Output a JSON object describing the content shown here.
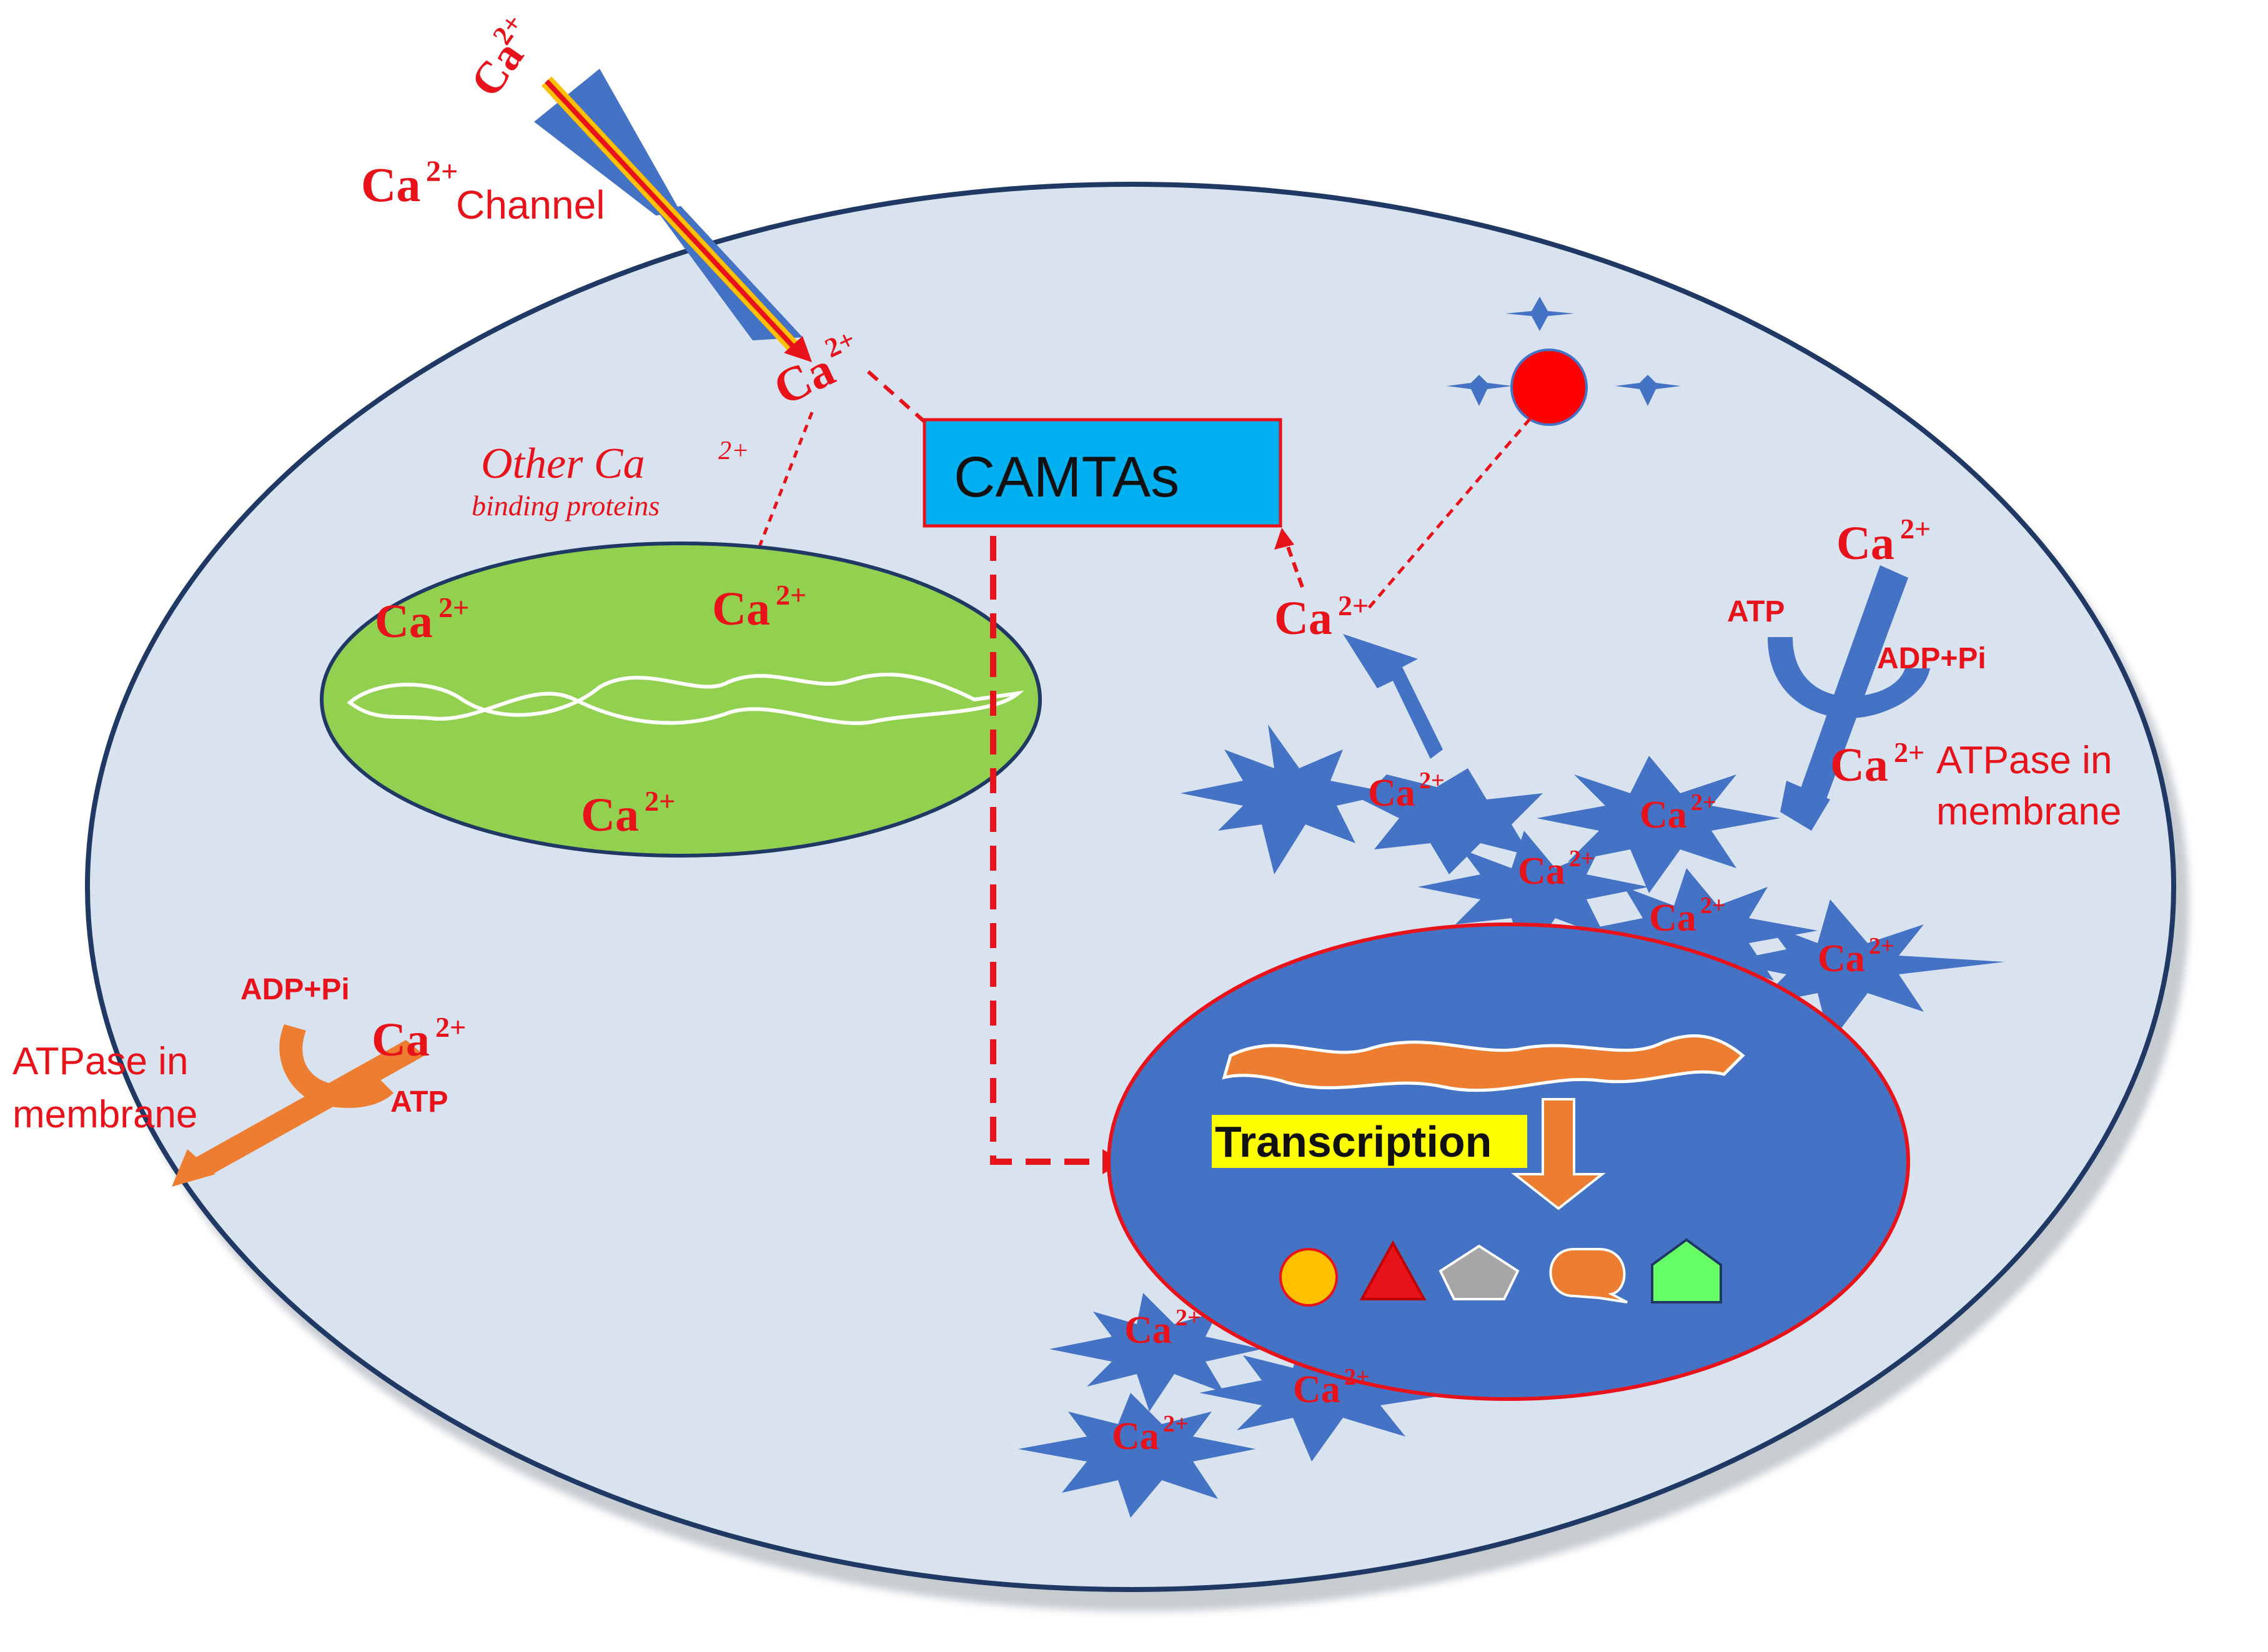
{
  "ion": {
    "base": "Ca",
    "sup": "2+"
  },
  "labels": {
    "channel": "Channel",
    "camtas": "CAMTAs",
    "other_binding_line1": "Other Ca",
    "other_binding_sup": "2+",
    "other_binding_line2": "binding proteins",
    "atp": "ATP",
    "adp_pi": "ADP+Pi",
    "atpase_line1": "ATPase in",
    "atpase_line2": "membrane",
    "transcription": "Transcription"
  },
  "colors": {
    "cell_fill": "#d9e3f0",
    "cell_stroke": "#1f3864",
    "organelle_fill": "#92d050",
    "nucleus_fill": "#4472c4",
    "camtas_fill": "#00b0f0",
    "transcription_highlight": "#ffff00",
    "text_red": "#e8121a",
    "dna_orange": "#ed7d31"
  },
  "product_shapes": [
    {
      "shape": "circle",
      "color": "#ffc000"
    },
    {
      "shape": "triangle",
      "color": "#e8121a"
    },
    {
      "shape": "pentagon",
      "color": "#a6a6a6"
    },
    {
      "shape": "speech-bubble",
      "color": "#ed7d31"
    },
    {
      "shape": "house-pentagon",
      "color": "#66ff66"
    }
  ]
}
